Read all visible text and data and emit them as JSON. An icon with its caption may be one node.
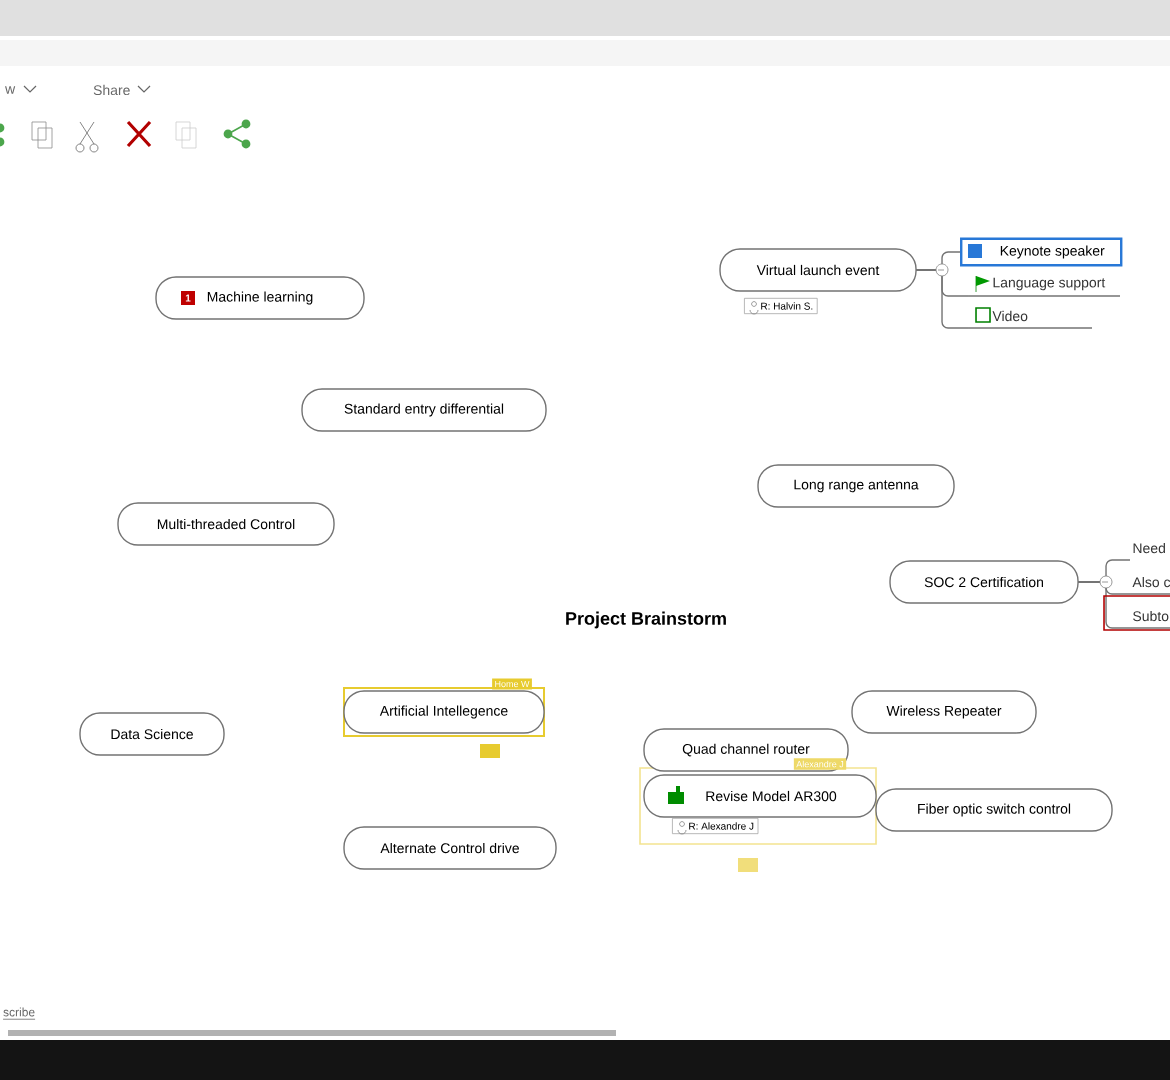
{
  "diagram": {
    "nodes": [
      {
        "text": [
          "Machine learning"
        ]
      },
      {
        "text": [
          "Virtual launch event"
        ],
        "beside": [
          "R: Halvin S."
        ]
      },
      {
        "text": [
          "Keynote speaker"
        ]
      },
      {
        "text": [
          "Language support"
        ]
      },
      {
        "text": [
          "Video"
        ]
      },
      {
        "text": [
          "Standard entry differential"
        ]
      },
      {
        "text": [
          "Long range antenna"
        ]
      },
      {
        "text": [
          "Multi-threaded Control"
        ]
      },
      {
        "text": [
          "SOC 2 Certification"
        ]
      },
      {
        "text": [
          "Need"
        ]
      },
      {
        "text": [
          "Also c"
        ]
      },
      {
        "text": [
          "Subto"
        ]
      },
      {
        "text": [
          "Project Brainstorm"
        ]
      },
      {
        "text": [
          "Artificial Intellegence"
        ],
        "beside": [
          "Home W"
        ]
      },
      {
        "text": [
          "Wireless Repeater"
        ]
      },
      {
        "text": [
          "Data Science"
        ]
      },
      {
        "text": [
          "Quad  channel router"
        ]
      },
      {
        "text": [
          "Revise Model AR300"
        ],
        "beside": [
          "R: Alexandre J"
        ]
      },
      {
        "text": [
          "Fiber optic switch control"
        ]
      },
      {
        "text": [
          "Alternate Control drive"
        ]
      }
    ],
    "edges": [
      {
        "from": 1,
        "to": 2,
        "arrow": "none"
      },
      {
        "from": 1,
        "to": 3,
        "arrow": "none"
      },
      {
        "from": 1,
        "to": 4,
        "arrow": "none"
      },
      {
        "from": 8,
        "to": 9,
        "arrow": "none"
      },
      {
        "from": 8,
        "to": 10,
        "arrow": "none"
      },
      {
        "from": 8,
        "to": 11,
        "arrow": "none"
      }
    ],
    "labels": [
      "w",
      "Share",
      "1",
      "Alexandre J",
      "scribe"
    ]
  }
}
